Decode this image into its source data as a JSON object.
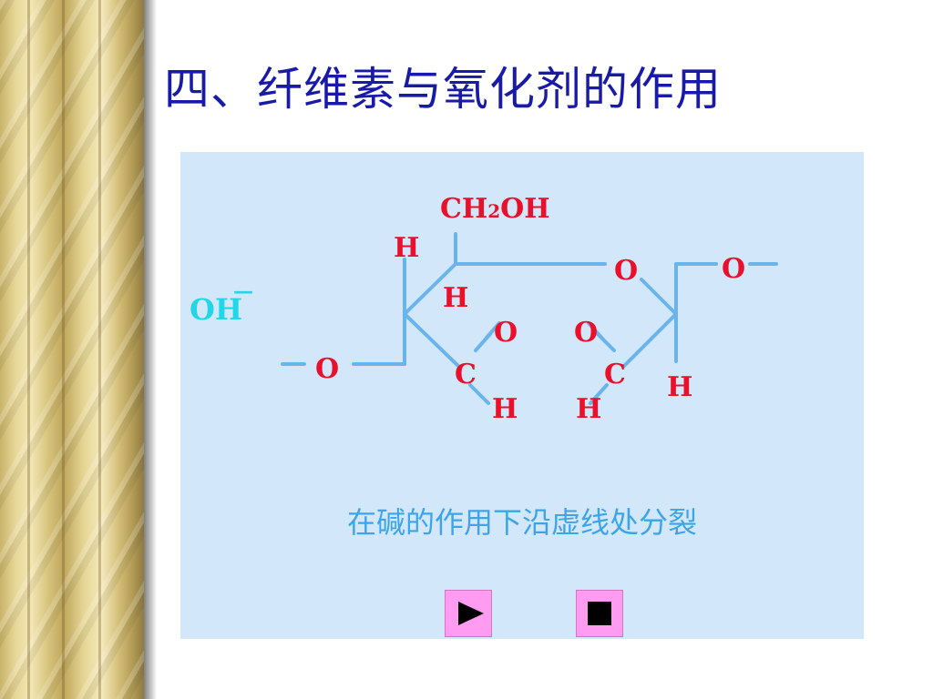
{
  "slide": {
    "title": "四、纤维素与氧化剂的作用",
    "caption": "在碱的作用下沿虚线处分裂"
  },
  "diagram": {
    "reagent": "OH",
    "reagent_charge": "—",
    "labels": {
      "ch2oh": "CH2OH",
      "ch2oh_main": "CH",
      "ch2oh_sub": "2",
      "ch2oh_tail": "OH",
      "h_top_left": "H",
      "h_mid_left": "H",
      "o_left": "O",
      "o_ring": "O",
      "o_right": "O",
      "o_carbonyl_left": "O",
      "c_left": "C",
      "h_c_left": "H",
      "o_carbonyl_right": "O",
      "c_right": "C",
      "h_c_right": "H",
      "h_right": "H"
    },
    "colors": {
      "bond": "#6ab4ec",
      "atom": "#e8102a",
      "reagent": "#22d6e8",
      "panel": "#d3e7fb"
    }
  },
  "controls": {
    "play_icon": "play-icon",
    "stop_icon": "stop-icon",
    "button_color": "#ff9bf0"
  }
}
